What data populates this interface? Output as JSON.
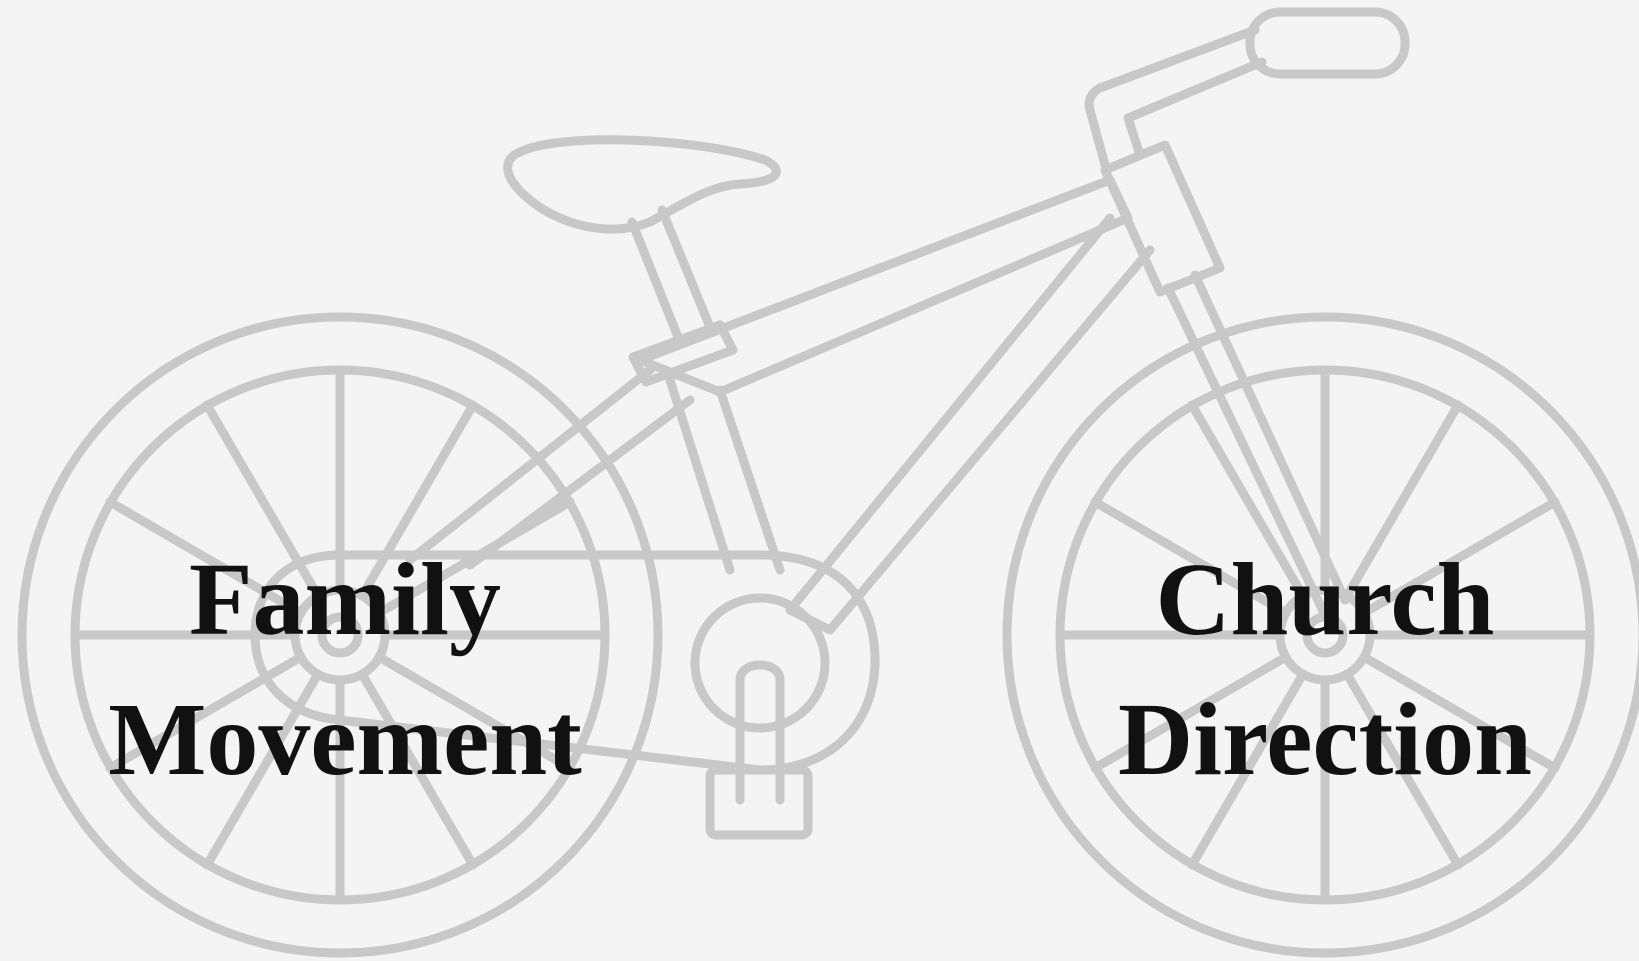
{
  "labels": {
    "left_wheel": {
      "line1": "Family",
      "line2": "Movement"
    },
    "right_wheel": {
      "line1": "Church",
      "line2": "Direction"
    }
  },
  "colors": {
    "background": "#f4f4f4",
    "outline": "#c8c8c8",
    "text": "#111111"
  },
  "icons": {
    "illustration": "bicycle-icon"
  }
}
